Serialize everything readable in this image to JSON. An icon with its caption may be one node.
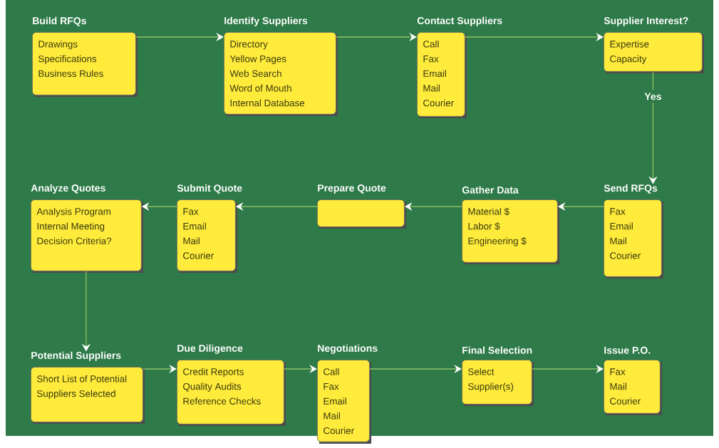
{
  "diagram": {
    "nodes": [
      {
        "text": [
          "Build RFQs",
          "Drawings",
          "Specifications",
          "Business Rules"
        ]
      },
      {
        "text": [
          "Identify Suppliers",
          "Directory",
          "Yellow Pages",
          "Web Search",
          "Word of Mouth",
          "Internal Database"
        ]
      },
      {
        "text": [
          "Contact Suppliers",
          "Call",
          "Fax",
          "Email",
          "Mail",
          "Courier"
        ]
      },
      {
        "text": [
          "Supplier Interest?",
          "Expertise",
          "Capacity"
        ]
      },
      {
        "text": [
          "Analyze Quotes",
          "Analysis Program",
          "Internal Meeting",
          "Decision Criteria?"
        ]
      },
      {
        "text": [
          "Submit Quote",
          "Fax",
          "Email",
          "Mail",
          "Courier"
        ]
      },
      {
        "text": [
          "Prepare Quote"
        ]
      },
      {
        "text": [
          "Gather Data",
          "Material $",
          "Labor $",
          "Engineering $"
        ]
      },
      {
        "text": [
          "Send RFQs",
          "Fax",
          "Email",
          "Mail",
          "Courier"
        ]
      },
      {
        "text": [
          "Potential Suppliers",
          "Short List of Potential Suppliers Selected"
        ]
      },
      {
        "text": [
          "Due Diligence",
          "Credit Reports",
          "Quality Audits",
          "Reference Checks"
        ]
      },
      {
        "text": [
          "Negotiations",
          "Call",
          "Fax",
          "Email",
          "Mail",
          "Courier"
        ]
      },
      {
        "text": [
          "Final Selection",
          "Select Supplier(s)"
        ]
      },
      {
        "text": [
          "Issue P.O.",
          "Fax",
          "Mail",
          "Courier"
        ]
      }
    ],
    "edges": [
      {
        "from": 0,
        "to": 1,
        "arrow": "to"
      },
      {
        "from": 1,
        "to": 2,
        "arrow": "to"
      },
      {
        "from": 2,
        "to": 3,
        "arrow": "to"
      },
      {
        "from": 3,
        "to": 8,
        "arrow": "to",
        "label": "Yes"
      },
      {
        "from": 8,
        "to": 7,
        "arrow": "to"
      },
      {
        "from": 7,
        "to": 6,
        "arrow": "to"
      },
      {
        "from": 6,
        "to": 5,
        "arrow": "to"
      },
      {
        "from": 5,
        "to": 4,
        "arrow": "to"
      },
      {
        "from": 4,
        "to": 9,
        "arrow": "to"
      },
      {
        "from": 9,
        "to": 10,
        "arrow": "to"
      },
      {
        "from": 10,
        "to": 11,
        "arrow": "to"
      },
      {
        "from": 11,
        "to": 12,
        "arrow": "to"
      },
      {
        "from": 12,
        "to": 13,
        "arrow": "to"
      }
    ]
  }
}
